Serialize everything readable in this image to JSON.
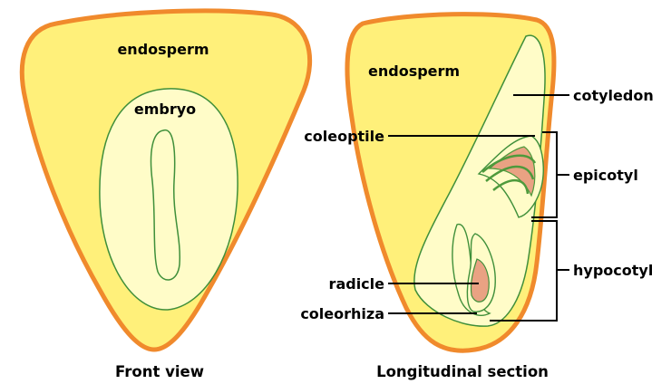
{
  "labels": {
    "front_endosperm": "endosperm",
    "front_embryo": "embryo",
    "long_endosperm": "endosperm",
    "cotyledon": "cotyledon",
    "coleoptile": "coleoptile",
    "epicotyl": "epicotyl",
    "hypocotyl": "hypocotyl",
    "radicle": "radicle",
    "coleorhiza": "coleorhiza"
  },
  "captions": {
    "front": "Front view",
    "longitudinal": "Longitudinal section"
  },
  "colors": {
    "seed_fill": "#fff07a",
    "seed_edge": "#f08a2c",
    "embryo_fill": "#fffcc8",
    "embryo_stroke": "#3f8f3a",
    "leaf_green": "#4e9a3c",
    "pink": "#e9a283",
    "line": "#000000"
  }
}
